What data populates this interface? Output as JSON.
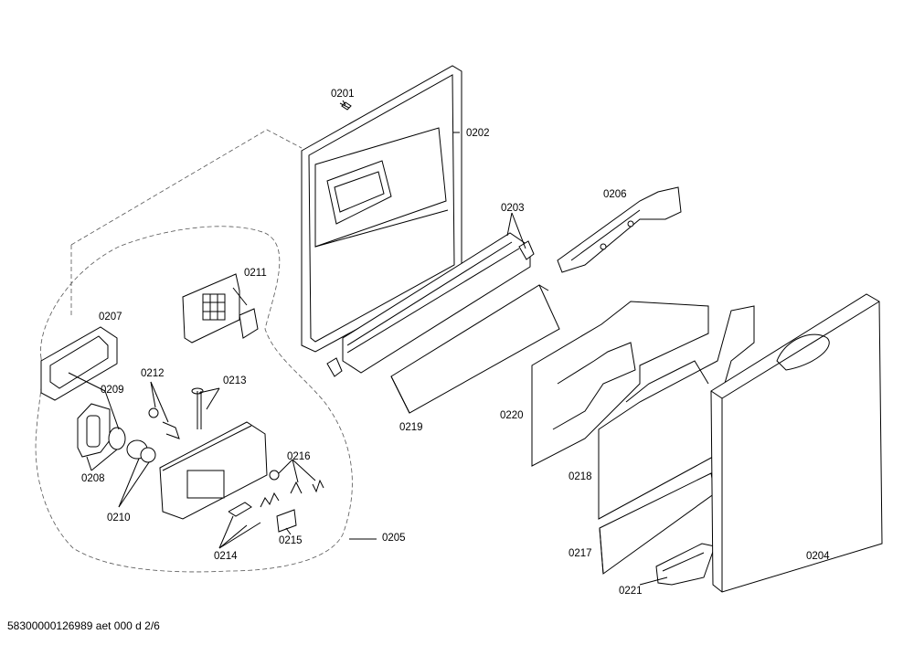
{
  "parts": {
    "p0201": "0201",
    "p0202": "0202",
    "p0203": "0203",
    "p0204": "0204",
    "p0205": "0205",
    "p0206": "0206",
    "p0207": "0207",
    "p0208": "0208",
    "p0209": "0209",
    "p0210": "0210",
    "p0211": "0211",
    "p0212": "0212",
    "p0213": "0213",
    "p0214": "0214",
    "p0215": "0215",
    "p0216": "0216",
    "p0217": "0217",
    "p0218": "0218",
    "p0219": "0219",
    "p0220": "0220",
    "p0221": "0221"
  },
  "footer": "58300000126989 aet 000 d 2/6"
}
